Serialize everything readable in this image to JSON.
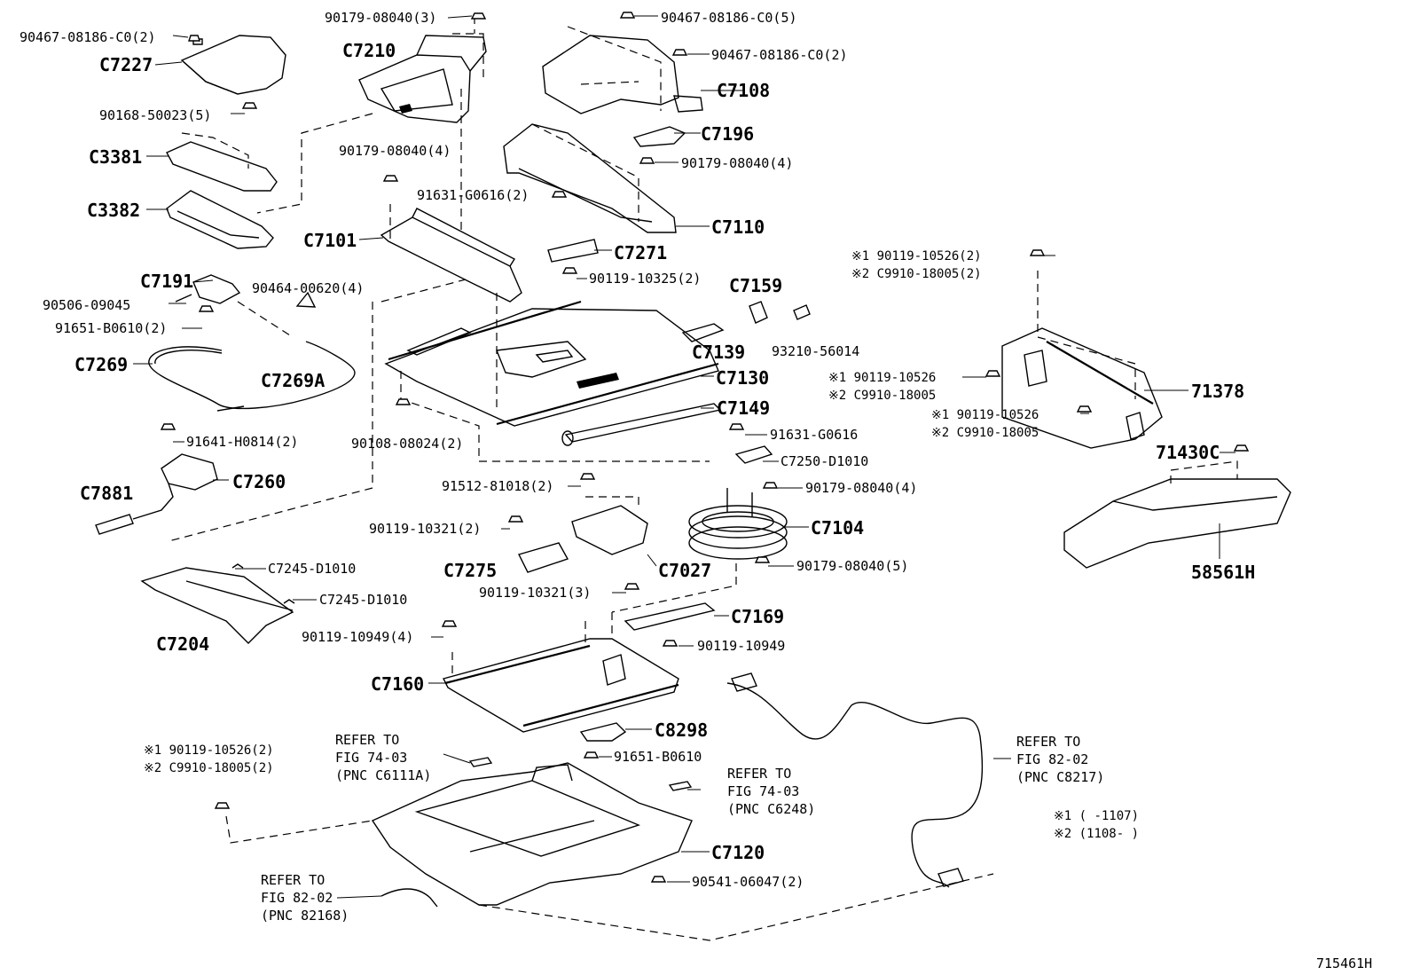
{
  "figure_id": "715461H",
  "labels": {
    "l01": "90467-08186-C0(2)",
    "l02": "C7227",
    "l03": "90179-08040(3)",
    "l04": "C7210",
    "l05": "90467-08186-C0(5)",
    "l06": "90467-08186-C0(2)",
    "l07": "C7108",
    "l08": "90168-50023(5)",
    "l09": "C7196",
    "l10": "C3381",
    "l11": "90179-08040(4)",
    "l12": "90179-08040(4)",
    "l13": "91631-G0616(2)",
    "l14": "C3382",
    "l15": "C7110",
    "l16": "C7101",
    "l17": "C7271",
    "l18": "C7191",
    "l19": "90464-00620(4)",
    "l20": "90119-10325(2)",
    "l21": "C7159",
    "l22": "90506-09045",
    "l23": "91651-B0610(2)",
    "l24": "C7139",
    "l25": "93210-56014",
    "l26": "C7269",
    "l27": "C7269A",
    "l28": "C7130",
    "l29": "C7149",
    "l30": "91641-H0814(2)",
    "l31": "90108-08024(2)",
    "l32": "91631-G0616",
    "l33": "C7250-D1010",
    "l34": "C7881",
    "l35": "C7260",
    "l36": "91512-81018(2)",
    "l37": "90179-08040(4)",
    "l38": "90119-10321(2)",
    "l39": "C7104",
    "l40": "C7275",
    "l41": "C7027",
    "l42": "90179-08040(5)",
    "l43": "C7245-D1010",
    "l44": "C7245-D1010",
    "l45": "90119-10321(3)",
    "l46": "C7169",
    "l47": "C7204",
    "l48": "90119-10949(4)",
    "l49": "90119-10949",
    "l50": "C7160",
    "l51": "C8298",
    "l52": "91651-B0610",
    "l53": "C7120",
    "l54": "90541-06047(2)",
    "l55": "71378",
    "l56": "71430C",
    "l57": "58561H"
  },
  "multiline": {
    "m01": [
      "※1 90119-10526(2)",
      "※2 C9910-18005(2)"
    ],
    "m02": [
      "※1 90119-10526",
      "※2 C9910-18005"
    ],
    "m03": [
      "※1 90119-10526",
      "※2 C9910-18005"
    ],
    "m04": [
      "※1 90119-10526(2)",
      "※2 C9910-18005(2)"
    ],
    "m05": [
      "REFER TO",
      "FIG 74-03",
      "(PNC C6111A)"
    ],
    "m06": [
      "REFER TO",
      "FIG 74-03",
      "(PNC C6248)"
    ],
    "m07": [
      "REFER TO",
      "FIG 82-02",
      "(PNC 82168)"
    ],
    "m08": [
      "REFER TO",
      "FIG 82-02",
      "(PNC C8217)"
    ],
    "m09": [
      "※1 (    -1107)",
      "※2 (1108-    )"
    ]
  }
}
